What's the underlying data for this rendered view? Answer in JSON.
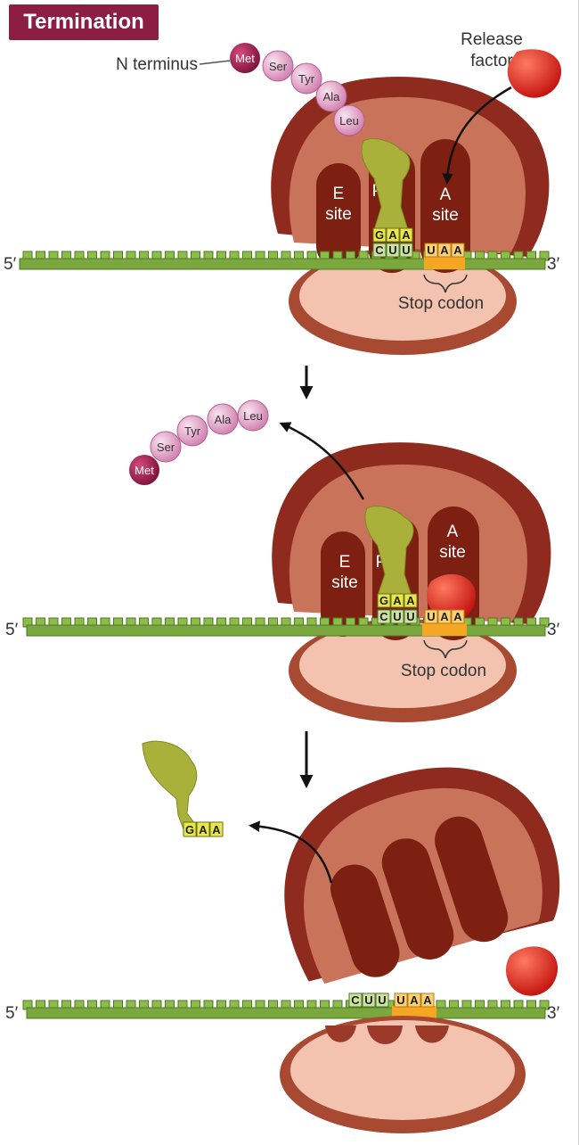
{
  "title": "Termination",
  "labels": {
    "n_terminus": "N terminus",
    "release_factor_line1": "Release",
    "release_factor_line2": "factor",
    "five_prime": "5′",
    "three_prime": "3′",
    "stop_codon": "Stop codon",
    "e_site_letter": "E",
    "p_site_letter": "P",
    "a_site_letter": "A",
    "site_word": "site"
  },
  "polypeptide": [
    "Met",
    "Ser",
    "Tyr",
    "Ala",
    "Leu"
  ],
  "anticodon": [
    "G",
    "A",
    "A"
  ],
  "codon_p": [
    "C",
    "U",
    "U"
  ],
  "stop_codon_bases": [
    "U",
    "A",
    "A"
  ],
  "colors": {
    "title_bg": "#8c1d43",
    "ribosome_dark": "#8e2a1e",
    "ribosome_mid": "#c8735a",
    "ribosome_light": "#f3c3b0",
    "mrna": "#7aa83e",
    "trna": "#a9b13a",
    "stop_highlight": "#f5a623",
    "release_factor": "#e0201c",
    "amino_acid": "#d98fbb",
    "met": "#a41d4f"
  },
  "icons": [
    "arrow-down-icon",
    "curved-arrow-icon",
    "release-factor-icon"
  ]
}
